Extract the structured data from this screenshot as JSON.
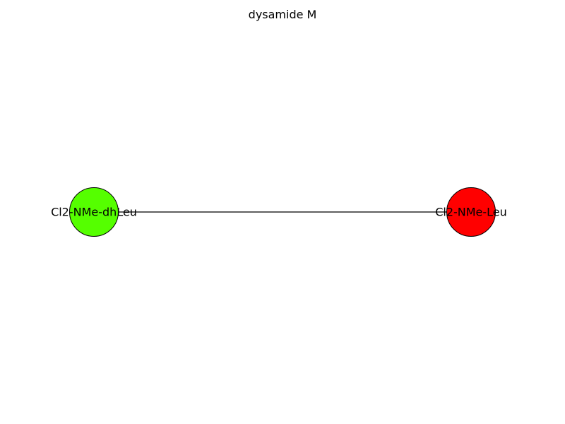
{
  "title": "dysamide M",
  "graph": {
    "nodes": [
      {
        "id": "n1",
        "label": "Cl2-NMe-dhLeu",
        "color": "#55ff00"
      },
      {
        "id": "n2",
        "label": "Cl2-NMe-Leu",
        "color": "#ff0000"
      }
    ],
    "edges": [
      {
        "source": "n1",
        "target": "n2"
      }
    ]
  }
}
